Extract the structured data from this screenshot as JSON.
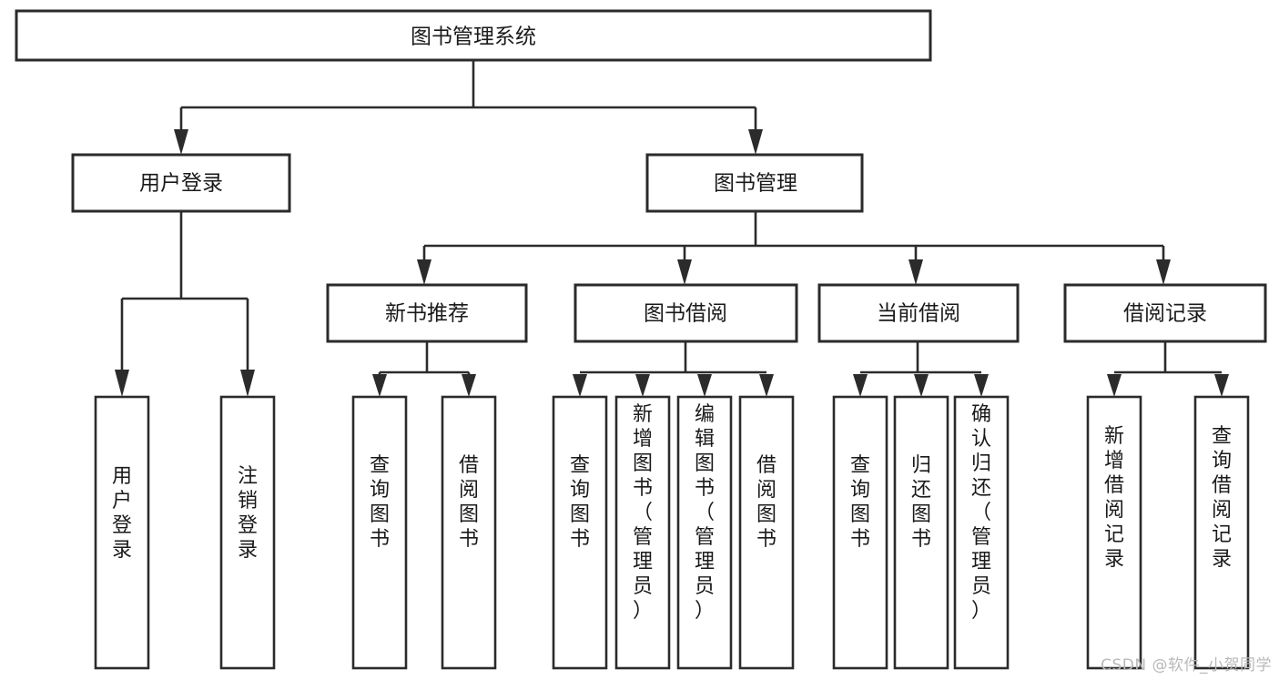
{
  "diagram": {
    "type": "tree-hierarchy",
    "title": "图书管理系统",
    "watermark": "CSDN @软件_小贺同学",
    "colors": {
      "box_stroke": "#2b2b2b",
      "box_fill": "#ffffff",
      "text": "#1a1a1a",
      "background": "#ffffff",
      "watermark": "#b9b9b9"
    },
    "root": {
      "label": "图书管理系统",
      "orientation": "horizontal"
    },
    "level2": [
      {
        "label": "用户登录",
        "orientation": "horizontal"
      },
      {
        "label": "图书管理",
        "orientation": "horizontal"
      }
    ],
    "level3": [
      {
        "label": "新书推荐",
        "orientation": "horizontal",
        "parent": "图书管理"
      },
      {
        "label": "图书借阅",
        "orientation": "horizontal",
        "parent": "图书管理"
      },
      {
        "label": "当前借阅",
        "orientation": "horizontal",
        "parent": "图书管理"
      },
      {
        "label": "借阅记录",
        "orientation": "horizontal",
        "parent": "图书管理"
      }
    ],
    "leaves": {
      "用户登录": [
        {
          "label": "用户登录",
          "orientation": "vertical"
        },
        {
          "label": "注销登录",
          "orientation": "vertical"
        }
      ],
      "新书推荐": [
        {
          "label": "查询图书",
          "orientation": "vertical"
        },
        {
          "label": "借阅图书",
          "orientation": "vertical"
        }
      ],
      "图书借阅": [
        {
          "label": "查询图书",
          "orientation": "vertical"
        },
        {
          "label": "新增图书（管理员）",
          "orientation": "vertical"
        },
        {
          "label": "编辑图书（管理员）",
          "orientation": "vertical"
        },
        {
          "label": "借阅图书",
          "orientation": "vertical"
        }
      ],
      "当前借阅": [
        {
          "label": "查询图书",
          "orientation": "vertical"
        },
        {
          "label": "归还图书",
          "orientation": "vertical"
        },
        {
          "label": "确认归还（管理员）",
          "orientation": "vertical"
        }
      ],
      "借阅记录": [
        {
          "label": "新增借阅记录",
          "orientation": "vertical"
        },
        {
          "label": "查询借阅记录",
          "orientation": "vertical"
        }
      ]
    }
  }
}
